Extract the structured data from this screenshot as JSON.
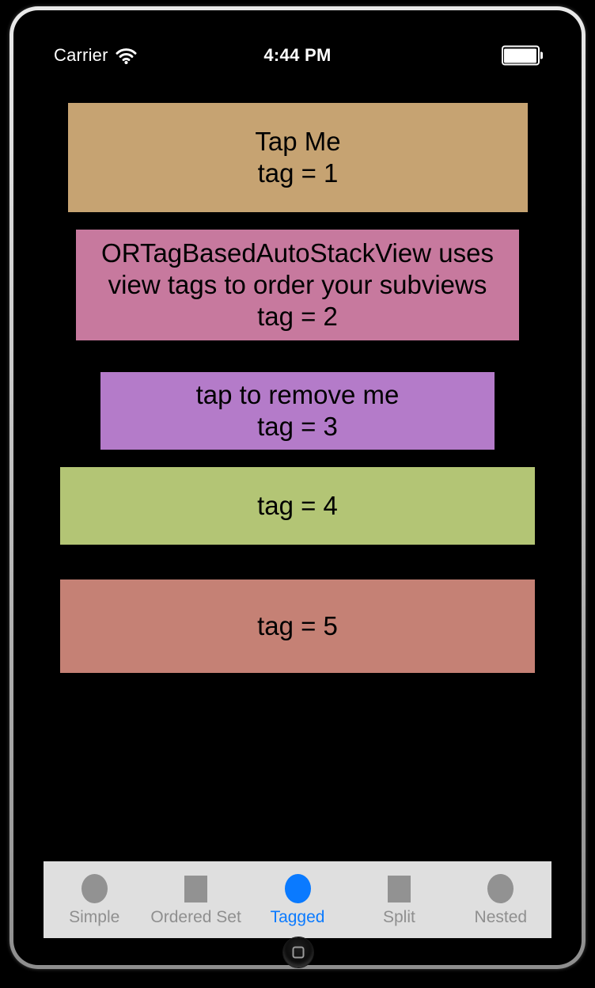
{
  "status_bar": {
    "carrier": "Carrier",
    "time": "4:44 PM",
    "wifi_icon": "wifi-icon",
    "battery_icon": "battery-icon",
    "text_color": "#ffffff"
  },
  "stack_views": [
    {
      "title": "Tap Me",
      "tag_label": "tag = 1",
      "color": "#C6A372"
    },
    {
      "title": "ORTagBasedAutoStackView uses view tags to order your subviews",
      "tag_label": "tag = 2",
      "color": "#C7799E"
    },
    {
      "title": "tap to remove me",
      "tag_label": "tag = 3",
      "color": "#B47BC9"
    },
    {
      "title": "",
      "tag_label": "tag = 4",
      "color": "#B3C575"
    },
    {
      "title": "",
      "tag_label": "tag = 5",
      "color": "#C58175"
    }
  ],
  "tab_bar": {
    "background": "#DFDFDF",
    "selected": "Tagged",
    "active_color": "#0A7AFF",
    "inactive_icon_color": "#929292",
    "inactive_label_color": "#8F8F8F",
    "items": [
      {
        "label": "Simple",
        "icon": "circle-icon",
        "active": false
      },
      {
        "label": "Ordered Set",
        "icon": "square-icon",
        "active": false
      },
      {
        "label": "Tagged",
        "icon": "circle-icon",
        "active": true
      },
      {
        "label": "Split",
        "icon": "square-icon",
        "active": false
      },
      {
        "label": "Nested",
        "icon": "circle-icon",
        "active": false
      }
    ]
  }
}
